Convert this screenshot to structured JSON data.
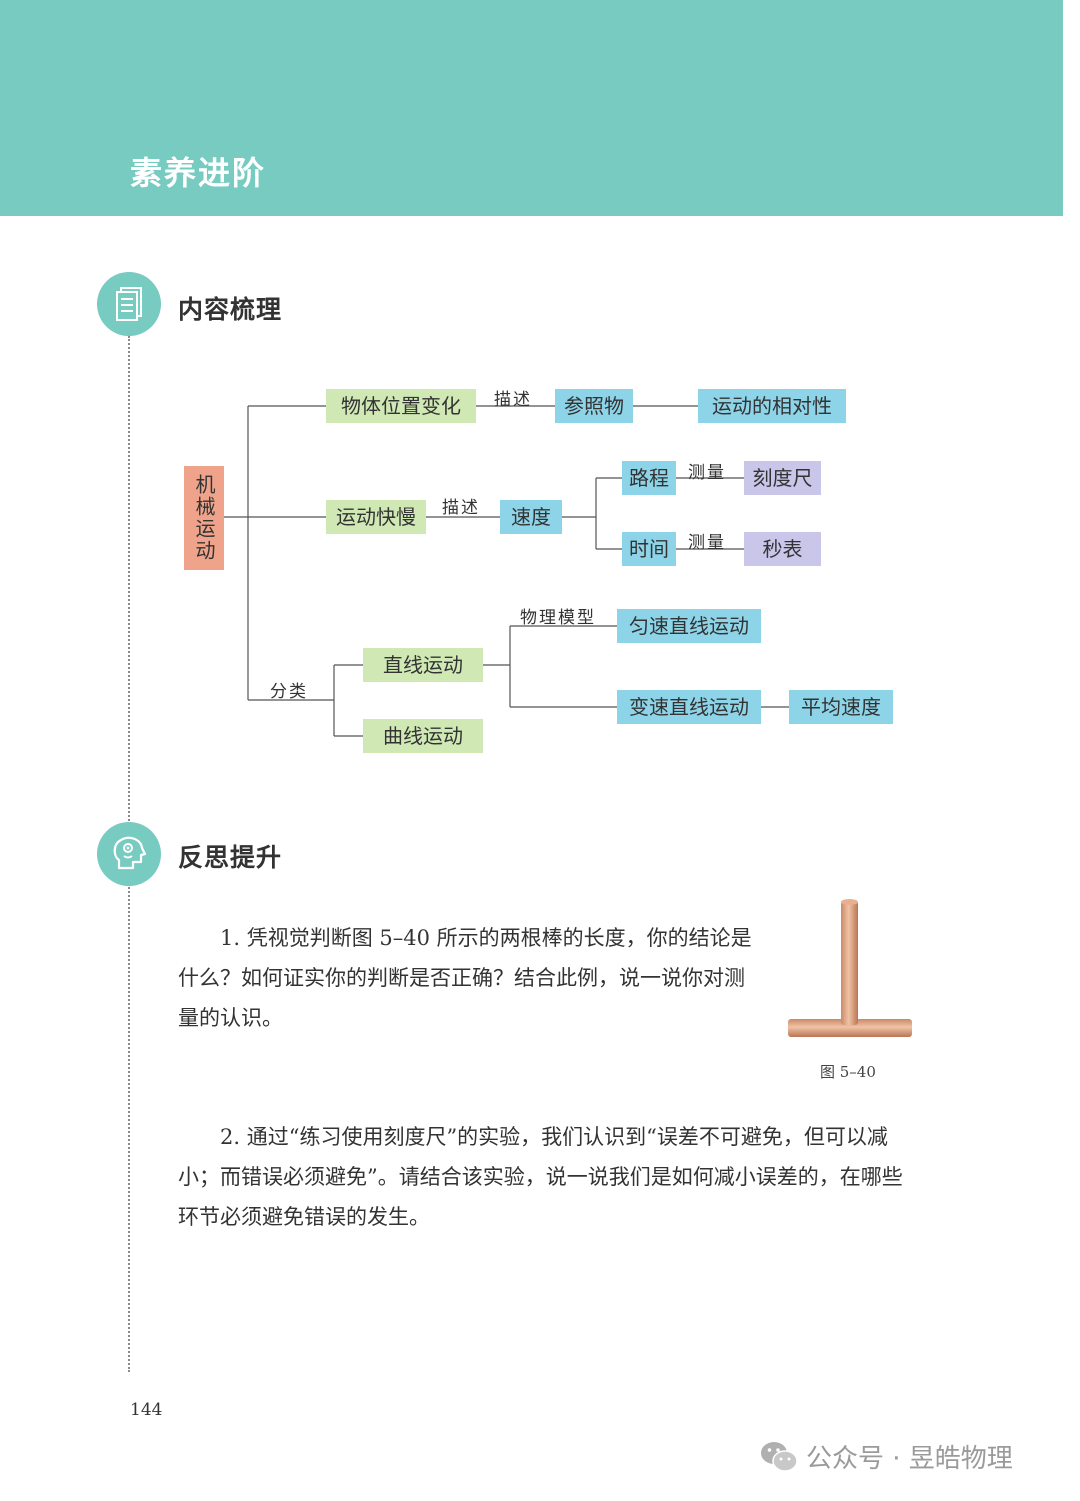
{
  "header": {
    "title": "素养进阶"
  },
  "section1": {
    "title": "内容梳理",
    "icon": "document-icon",
    "mindmap": {
      "root": "机械运动",
      "branch_position": "物体位置变化",
      "verb_describe_1": "描述",
      "reference": "参照物",
      "relativity": "运动的相对性",
      "branch_speed": "运动快慢",
      "verb_describe_2": "描述",
      "speed": "速度",
      "distance": "路程",
      "verb_measure_1": "测量",
      "ruler": "刻度尺",
      "time": "时间",
      "verb_measure_2": "测量",
      "stopwatch": "秒表",
      "classify_label": "分类",
      "straight_motion": "直线运动",
      "curved_motion": "曲线运动",
      "model_label": "物理模型",
      "uniform_linear": "匀速直线运动",
      "variable_linear": "变速直线运动",
      "average_speed": "平均速度"
    }
  },
  "section2": {
    "title": "反思提升",
    "icon": "thinking-head-icon",
    "q1": "1. 凭视觉判断图 5–40 所示的两根棒的长度，你的结论是什么？如何证实你的判断是否正确？结合此例，说一说你对测量的认识。",
    "figure_caption": "图 5–40",
    "q2": "2. 通过“练习使用刻度尺”的实验，我们认识到“误差不可避免，但可以减小；而错误必须避免”。请结合该实验，说一说我们是如何减小误差的，在哪些环节必须避免错误的发生。"
  },
  "page_number": "144",
  "watermark": {
    "text": "公众号 · 昱皓物理",
    "icon": "wechat-icon"
  },
  "colors": {
    "banner": "#77cbc0",
    "green_box": "#cfe8b4",
    "blue_box": "#8dd4e8",
    "purple_box": "#c9c6ea",
    "root_box": "#efa38b"
  }
}
